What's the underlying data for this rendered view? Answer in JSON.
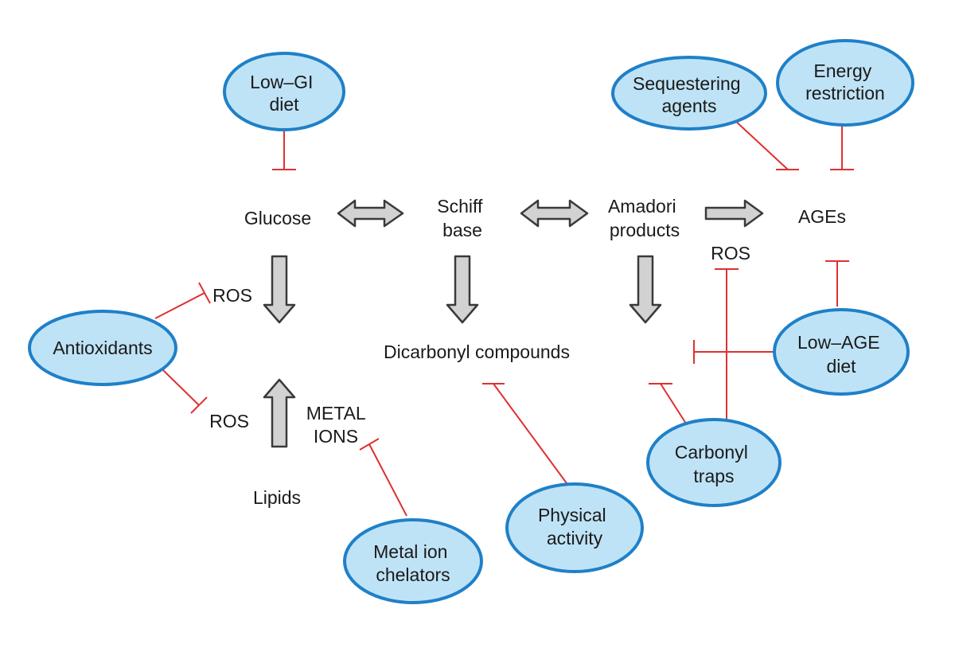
{
  "colors": {
    "ellipse_fill": "#bfe3f6",
    "ellipse_stroke": "#1f80c8",
    "inhibition_line": "#e03030",
    "arrow_fill": "#d2d2d2",
    "arrow_stroke": "#3a3a3a",
    "text": "#1a1a1a"
  },
  "nodes": {
    "glucose": "Glucose",
    "schiff_base": [
      "Schiff",
      "base"
    ],
    "amadori_products": [
      "Amadori",
      "products"
    ],
    "ages": "AGEs",
    "dicarbonyl_compounds": "Dicarbonyl compounds",
    "lipids": "Lipids",
    "ros_upper_left": "ROS",
    "ros_lower_left": "ROS",
    "ros_right": "ROS",
    "metal_ions": [
      "METAL",
      "IONS"
    ]
  },
  "interventions": {
    "low_gi_diet": [
      "Low–GI",
      "diet"
    ],
    "sequestering_agents": [
      "Sequestering",
      "agents"
    ],
    "energy_restriction": [
      "Energy",
      "restriction"
    ],
    "antioxidants": [
      "Antioxidants"
    ],
    "low_age_diet": [
      "Low–AGE",
      "diet"
    ],
    "carbonyl_traps": [
      "Carbonyl",
      "traps"
    ],
    "physical_activity": [
      "Physical",
      "activity"
    ],
    "metal_ion_chelators": [
      "Metal ion",
      "chelators"
    ]
  }
}
